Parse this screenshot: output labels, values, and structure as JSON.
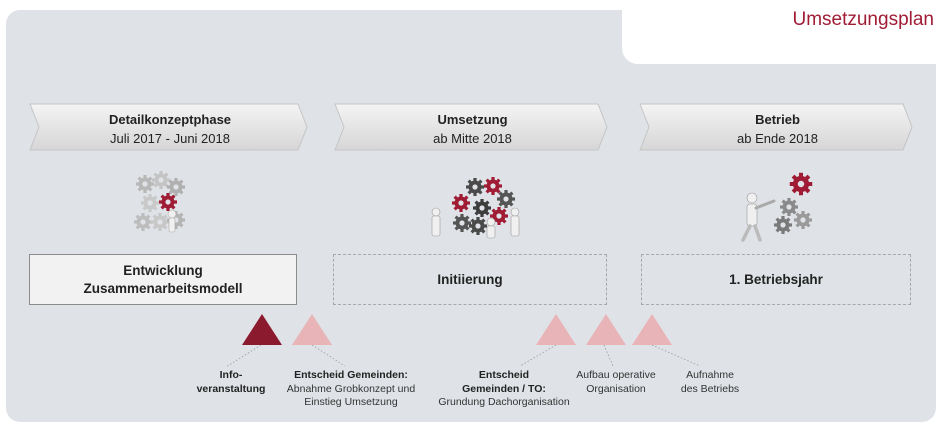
{
  "title": "Umsetzungsplan",
  "phases": [
    {
      "title": "Detailkonzeptphase",
      "dates": "Juli 2017 - Juni 2018",
      "box": [
        "Entwicklung",
        "Zusammenarbeitsmodell"
      ]
    },
    {
      "title": "Umsetzung",
      "dates": "ab Mitte 2018",
      "box": [
        "Initiierung"
      ]
    },
    {
      "title": "Betrieb",
      "dates": "ab Ende 2018",
      "box": [
        "1. Betriebsjahr"
      ]
    }
  ],
  "milestones": [
    {
      "lines": [
        {
          "text": "Info-",
          "bold": true
        },
        {
          "text": "veranstaltung",
          "bold": true
        }
      ]
    },
    {
      "lines": [
        {
          "text": "Entscheid Gemeinden:",
          "bold": true
        },
        {
          "text": "Abnahme Grobkonzept und",
          "bold": false
        },
        {
          "text": "Einstieg Umsetzung",
          "bold": false
        }
      ]
    },
    {
      "lines": [
        {
          "text": "Entscheid",
          "bold": true
        },
        {
          "text": "Gemeinden / TO:",
          "bold": true
        },
        {
          "text": "Grundung Dachorganisation",
          "bold": false
        }
      ]
    },
    {
      "lines": [
        {
          "text": "Aufbau operative",
          "bold": false
        },
        {
          "text": "Organisation",
          "bold": false
        }
      ]
    },
    {
      "lines": [
        {
          "text": "Aufnahme",
          "bold": false
        },
        {
          "text": "des Betriebs",
          "bold": false
        }
      ]
    }
  ],
  "colors": {
    "accent": "#a01c35",
    "milestone_primary": "#8b1a2e",
    "milestone_secondary": "#e8b4b7"
  },
  "icons": [
    "gears-figure-icon",
    "gears-team-icon",
    "gear-person-icon"
  ]
}
